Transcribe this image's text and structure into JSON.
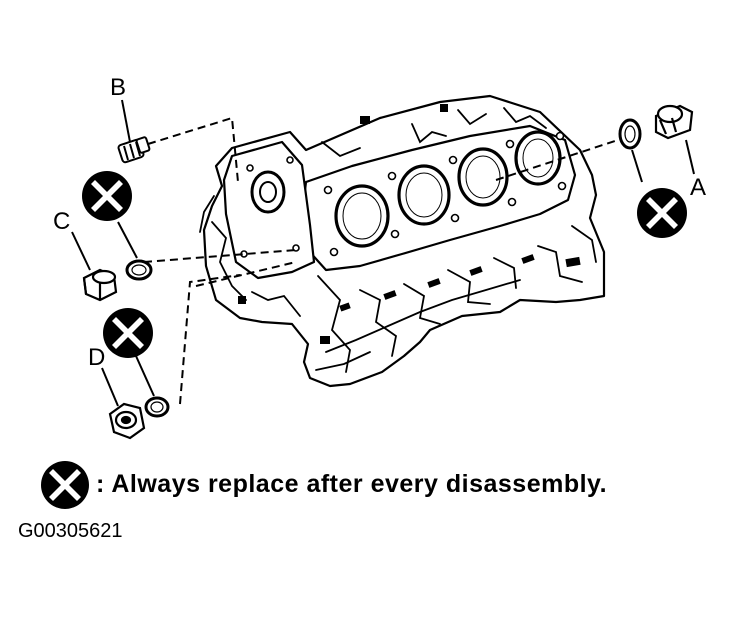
{
  "callouts": {
    "a": "A",
    "b": "B",
    "c": "C",
    "d": "D"
  },
  "legend": {
    "text": ": Always replace after every disassembly.",
    "icon": "replace-x-icon"
  },
  "figure_id": "G00305621",
  "colors": {
    "ink": "#000000",
    "paper": "#ffffff"
  }
}
